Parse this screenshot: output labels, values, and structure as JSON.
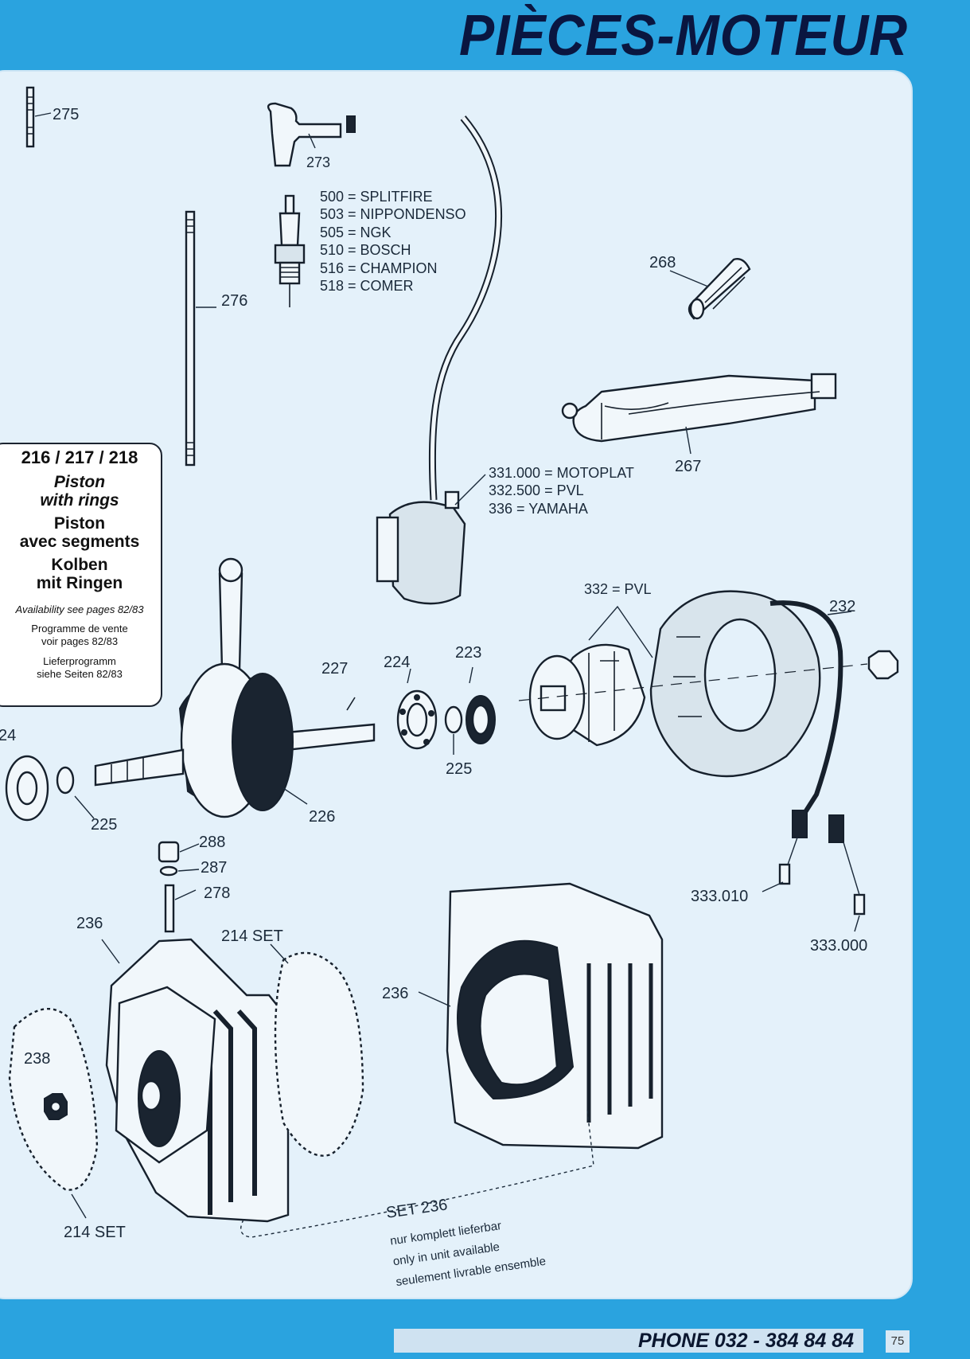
{
  "header": {
    "title": "PIÈCES-MOTEUR"
  },
  "spark_plugs": {
    "lines": [
      "500 = SPLITFIRE",
      "503 = NIPPONDENSO",
      "505 = NGK",
      "510 = BOSCH",
      "516 = CHAMPION",
      "518 = COMER"
    ]
  },
  "ignition": {
    "lines": [
      "331.000 = MOTOPLAT",
      "332.500 = PVL",
      "336 = YAMAHA"
    ],
    "pvl_label": "332 = PVL"
  },
  "part_labels": {
    "p275": "275",
    "p273": "273",
    "p276": "276",
    "p268": "268",
    "p267": "267",
    "p232": "232",
    "p227": "227",
    "p224a": "224",
    "p223": "223",
    "p225a": "225",
    "p24": "24",
    "p225b": "225",
    "p226": "226",
    "p288": "288",
    "p287": "287",
    "p278": "278",
    "p236a": "236",
    "p214a": "214 SET",
    "p236b": "236",
    "p238": "238",
    "p214b": "214 SET",
    "p333010": "333.010",
    "p333000": "333.000"
  },
  "set_note": {
    "title": "SET 236",
    "lines": [
      "nur komplett lieferbar",
      "only in unit available",
      "seulement livrable ensemble"
    ]
  },
  "info_box": {
    "header": "216 / 217 / 218",
    "en": "Piston\nwith rings",
    "fr": "Piston\navec segments",
    "de": "Kolben\nmit Ringen",
    "availability_en": "Availability see pages 82/83",
    "availability_fr": "Programme de vente\nvoir pages 82/83",
    "availability_de": "Lieferprogramm\nsiehe Seiten 82/83"
  },
  "footer": {
    "phone": "PHONE 032 - 384 84 84",
    "page_number": "75"
  },
  "colors": {
    "background": "#2aa3df",
    "panel": "#e4f1fa",
    "title": "#0a1640",
    "ink": "#16202c"
  }
}
